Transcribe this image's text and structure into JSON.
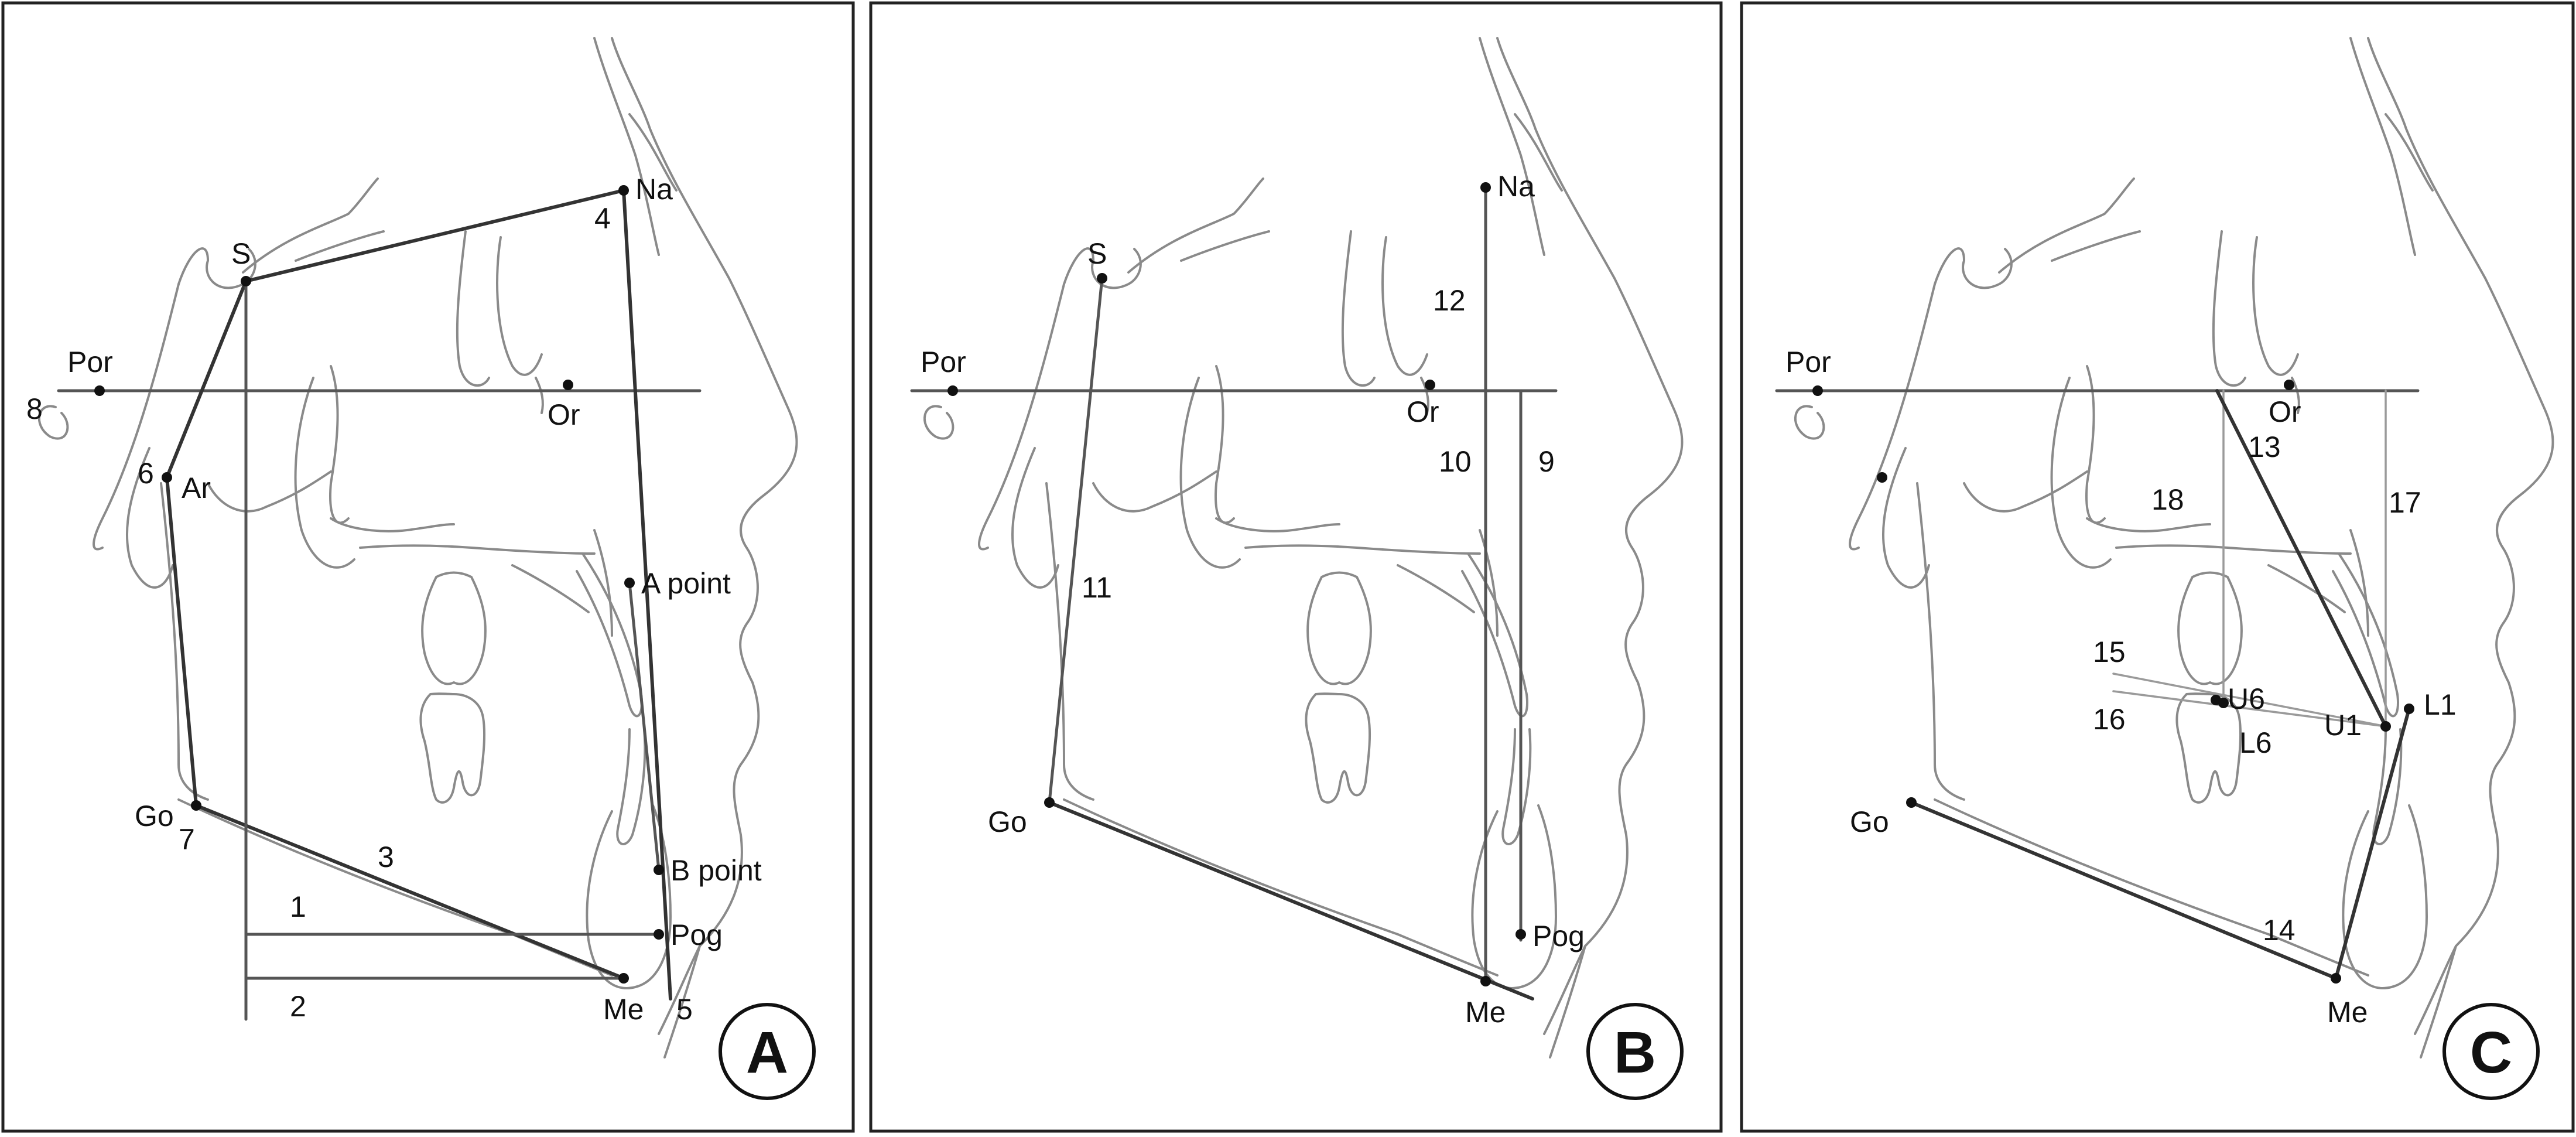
{
  "panels": [
    {
      "id": "A",
      "letter": "A",
      "landmarks": {
        "na": "Na",
        "s": "S",
        "por": "Por",
        "or": "Or",
        "ar": "Ar",
        "a_point": "A point",
        "go": "Go",
        "b_point": "B point",
        "pog": "Pog",
        "me": "Me"
      },
      "measurements": [
        "1",
        "2",
        "3",
        "4",
        "5",
        "6",
        "7",
        "8"
      ]
    },
    {
      "id": "B",
      "letter": "B",
      "landmarks": {
        "na": "Na",
        "s": "S",
        "por": "Por",
        "or": "Or",
        "go": "Go",
        "pog": "Pog",
        "me": "Me"
      },
      "measurements": [
        "9",
        "10",
        "11",
        "12"
      ]
    },
    {
      "id": "C",
      "letter": "C",
      "landmarks": {
        "por": "Por",
        "or": "Or",
        "go": "Go",
        "me": "Me",
        "u6": "U6",
        "l6": "L6",
        "u1": "U1",
        "l1": "L1"
      },
      "measurements": [
        "13",
        "14",
        "15",
        "16",
        "17",
        "18"
      ]
    }
  ]
}
